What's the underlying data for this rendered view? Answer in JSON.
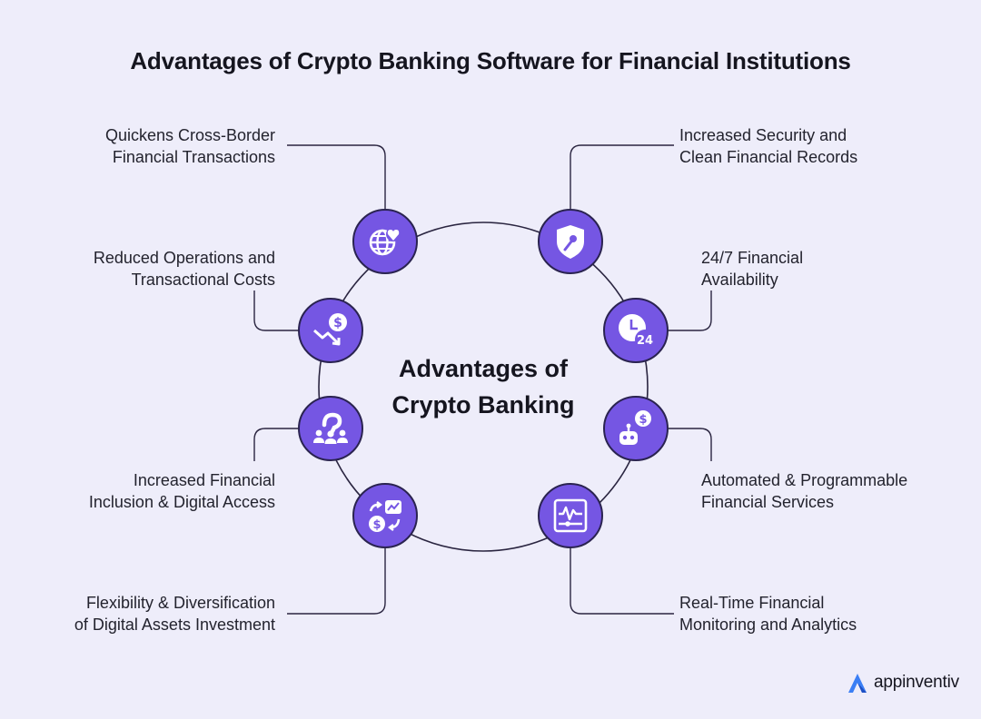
{
  "title": "Advantages of Crypto Banking Software for Financial Institutions",
  "center": "Advantages of\nCrypto Banking",
  "advantages": [
    {
      "label": "Quickens Cross-Border\nFinancial Transactions",
      "icon": "globe-heart-icon"
    },
    {
      "label": "Reduced Operations and\nTransactional Costs",
      "icon": "dollar-down-trend-icon"
    },
    {
      "label": "Increased Financial\nInclusion & Digital Access",
      "icon": "people-question-icon"
    },
    {
      "label": "Flexibility & Diversification\nof Digital Assets Investment",
      "icon": "exchange-chart-icon"
    },
    {
      "label": "Increased Security and\nClean Financial Records",
      "icon": "shield-key-icon"
    },
    {
      "label": "24/7 Financial\nAvailability",
      "icon": "clock-24-icon"
    },
    {
      "label": "Automated & Programmable\nFinancial Services",
      "icon": "robot-dollar-icon"
    },
    {
      "label": "Real-Time Financial\nMonitoring and Analytics",
      "icon": "monitor-pulse-icon"
    }
  ],
  "brand": {
    "name": "appinventiv",
    "icon": "appinventiv-logo-icon"
  },
  "colors": {
    "node_fill": "#7556e3",
    "background": "#eeedfa",
    "brand_accent": "#3b7ff5"
  }
}
